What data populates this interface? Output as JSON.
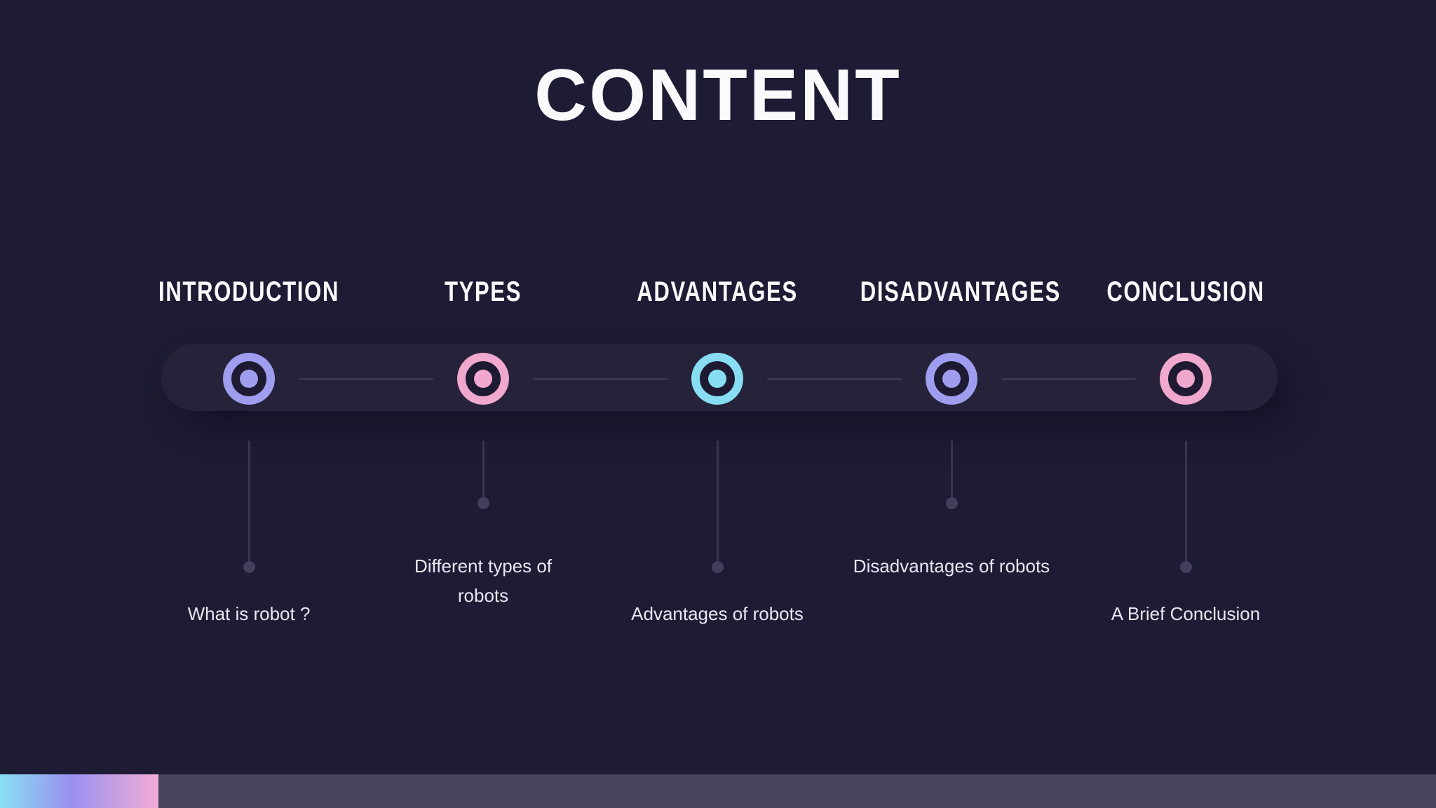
{
  "slide": {
    "title": "CONTENT",
    "theme": {
      "background": "#1E1B34",
      "track": "#252239",
      "node_hole": "#1D1A31",
      "connector": "#3A3650",
      "text_primary": "#FAFAFD",
      "text_secondary": "#E8E7F1"
    }
  },
  "timeline": {
    "items": [
      {
        "label": "INTRODUCTION",
        "description": "What is robot ?",
        "color": "#A09CF0"
      },
      {
        "label": "TYPES",
        "description": "Different types of robots",
        "color": "#F0A8CE"
      },
      {
        "label": "ADVANTAGES",
        "description": "Advantages of robots",
        "color": "#87DEF2"
      },
      {
        "label": "DISADVANTAGES",
        "description": "Disadvantages of robots",
        "color": "#A09CF0"
      },
      {
        "label": "CONCLUSION",
        "description": "A Brief Conclusion",
        "color": "#F0A8CE"
      }
    ]
  },
  "footer": {
    "gradient_colors": [
      "#87E0F2",
      "#9A90F0",
      "#F2ACD6"
    ],
    "bar_color": "#45445A"
  }
}
